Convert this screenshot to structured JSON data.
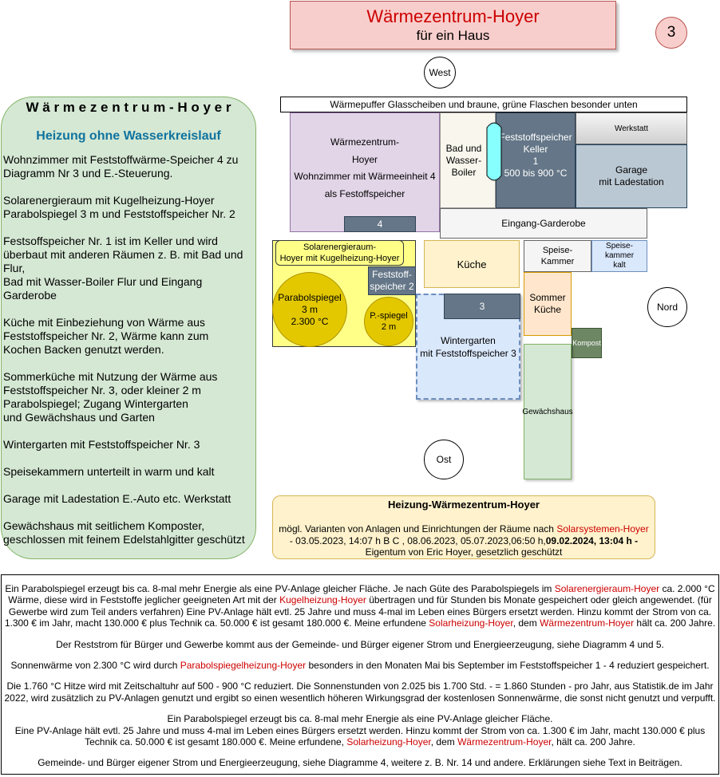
{
  "title": {
    "main": "Wärmezentrum-Hoyer",
    "sub": "für ein Haus"
  },
  "page_number": "3",
  "compass": {
    "west": "West",
    "east": "Ost",
    "north": "Nord"
  },
  "left_panel": {
    "heading": "W ä r m e z e n t r u m - H o y e r",
    "subheading": "Heizung ohne Wasserkreislauf",
    "paragraphs": [
      [
        "Wohnzimmer mit Feststoffwärme-Speicher 4 zu",
        "Diagramm Nr 3 und E.-Steuerung."
      ],
      [
        "Solarenergieraum mit Kugelheizung-Hoyer",
        "Parabolspiegel 3 m  und Feststoffspeicher Nr. 2"
      ],
      [
        "Festsoffspeicher Nr. 1 ist im Keller und wird",
        "überbaut mit anderen Räumen z. B. mit Bad und",
        "Flur,",
        "Bad mit Wasser-Boiler Flur und Eingang",
        "Garderobe"
      ],
      [
        "Küche mit Einbeziehung von Wärme aus",
        "Feststoffspeicher  Nr. 2, Wärme kann zum",
        "Kochen Backen genutzt werden."
      ],
      [
        "Sommerküche  mit Nutzung der Wärme aus",
        "Feststoffspeicher Nr. 3, oder kleiner  2 m",
        "Parabolspiegel; Zugang Wintergarten",
        "und Gewächshaus und Garten"
      ],
      [
        "Wintergarten mit Feststoffspeicher Nr. 3"
      ],
      [
        "Speisekammern unterteilt in warm und kalt"
      ],
      [
        "Garage mit Ladestation E.-Auto etc. Werkstatt"
      ],
      [
        "Gewächshaus mit seitlichem  Komposter,",
        "geschlossen mit feinem Edelstahlgitter geschützt"
      ]
    ]
  },
  "floorplan": {
    "buffer_strip": "Wärmepuffer Glasscheiben und  braune, grüne Flaschen besonder unten",
    "living_room": [
      "Wärmezentrum-",
      "Hoyer",
      "Wohnzimmer mit Wärmeeinheit 4",
      "als Festoffspeicher"
    ],
    "unit_4": "4",
    "bath": [
      "Bad und",
      "Wasser-",
      "Boiler"
    ],
    "storage_cellar": [
      "Feststoffspeicher",
      "Keller",
      "1",
      "500 bis 900 °C"
    ],
    "workshop": "Werkstatt",
    "garage": [
      "Garage",
      "mit Ladestation"
    ],
    "entrance": "Eingang-Garderobe",
    "solar_room_label": [
      "Solarenergieraum-",
      "Hoyer mit Kugelheizung-Hoyer"
    ],
    "storage_2": [
      "Feststoff-",
      "speicher 2"
    ],
    "mirror_large": [
      "Parabolspiegel",
      "3 m",
      "2.300 °C"
    ],
    "mirror_small": [
      "P.-spiegel",
      "2 m"
    ],
    "kitchen": "Küche",
    "pantry_warm": [
      "Speise-",
      "Kammer"
    ],
    "pantry_cold": [
      "Speise-",
      "kammer",
      "kalt"
    ],
    "summer_kitchen": [
      "Sommer",
      "Küche"
    ],
    "unit_3": "3",
    "winter_garden": [
      "Wintergarten",
      "mit Feststoffspeicher 3"
    ],
    "compost": "Kompost",
    "greenhouse": "Gewächshaus"
  },
  "info_box": {
    "title": "Heizung-Wärmezentrum-Hoyer",
    "line1_prefix": "mögl. Varianten von Anlagen und Einrichtungen der Räume nach ",
    "line1_link": "Solarsystemen-Hoyer",
    "line2_prefix": " - 03.05.2023, 14:07 h  B C , 08.06.2023, 05.07.2023,06:50 h,",
    "line2_bold": "09.02.2024, 13:04 h -",
    "line3": "Eigentum von Eric Hoyer, gesetzlich geschützt"
  },
  "bottom_text": {
    "p1": [
      {
        "t": "Ein Parabolspiegel erzeugt bis ca. 8-mal mehr Energie als eine PV-Anlage gleicher Fläche. Je nach Güte des Parabolspiegels im "
      },
      {
        "t": "Solarenergieraum-Hoyer",
        "red": true
      },
      {
        "t": "  ca. 2.000 °C Wärme, diese wird in Feststoffe jeglicher geeigneten Art mit der "
      },
      {
        "t": "Kugelheizung-Hoyer",
        "red": true
      },
      {
        "t": " übertragen und für Stunden bis Monate gespeichert oder gleich angewendet. (für Gewerbe wird zum Teil anders verfahren) Eine PV-Anlage hält evtl. 25 Jahre und muss 4-mal im Leben eines Bürgers ersetzt werden. Hinzu kommt der Strom von ca. 1.300 € im Jahr, macht 130.000 € plus Technik ca. 50.000 € ist gesamt 180.000 €. Meine erfundene "
      },
      {
        "t": "Solarheizung-Hoyer",
        "red": true
      },
      {
        "t": ", dem "
      },
      {
        "t": "Wärmezentrum-Hoyer",
        "red": true
      },
      {
        "t": " hält ca. 200 Jahre."
      }
    ],
    "p2": [
      {
        "t": "Der Reststrom für Bürger und Gewerbe kommt  aus der Gemeinde- und Bürger eigener Strom und Energieerzeugung, siehe Diagramm  4  und 5."
      }
    ],
    "p3": [
      {
        "t": "Sonnenwärme von 2.300 °C  wird durch "
      },
      {
        "t": "Parabolspiegelheizung-Hoyer",
        "red": true
      },
      {
        "t": " besonders in den Monaten Mai bis September im  Feststoffspeicher 1 - 4 reduziert gespeichert."
      }
    ],
    "p4": [
      {
        "t": "Die 1.760 °C Hitze wird mit Zeitschaltuhr auf 500 - 900 °C reduziert. Die Sonnenstunden von 2.025 bis 1.700 Std. - = 1.860 Stunden - pro Jahr, aus Statistik.de im Jahr 2022, wird zusätzlich zu PV-Anlagen genutzt und ergibt so einen wesentlich höheren Wirkungsgrad der kostenlosen Sonnenwärme, die sonst nicht genutzt und verpufft."
      }
    ],
    "p5": [
      {
        "t": "Ein Parabolspiegel erzeugt bis ca. 8-mal mehr Energie als eine PV-Anlage gleicher Fläche."
      },
      {
        "br": true
      },
      {
        "t": "Eine PV-Anlage hält evtl. 25 Jahre und muss 4-mal im Leben eines Bürgers ersetzt werden. Hinzu kommt der Strom von ca. 1.300 € im Jahr, macht 130.000 € plus Technik ca. 50.000 € ist gesamt 180.000 €. Meine erfundene, "
      },
      {
        "t": "Solarheizung-Hoyer",
        "red": true
      },
      {
        "t": ", dem "
      },
      {
        "t": "Wärmezentrum-Hoyer",
        "red": true
      },
      {
        "t": ", hält ca. 200 Jahre."
      }
    ],
    "p6": [
      {
        "t": "Gemeinde- und Bürger eigener Strom und Energieerzeugung,  siehe Diagramme  4, weitere z. B.  Nr. 14 und andere. Erklärungen siehe Text in Beiträgen."
      }
    ]
  },
  "colors": {
    "title_bg": "#f8cecc",
    "title_border": "#b85450",
    "title_text": "#cc0000",
    "panel_green": "#d5e8d4",
    "living_purple": "#e1d5e7",
    "bath_beige": "#f9f7ed",
    "storage_slate": "#647687",
    "garage_blue": "#bac8d3",
    "solar_yellow": "#ffff88",
    "mirror_gold": "#e3c800",
    "kitchen_cream": "#fff2cc",
    "summer_orange": "#ffe6cc",
    "winter_blue": "#dae8fc",
    "compost_green": "#6d8764",
    "cyan_pipe": "#88ffff"
  }
}
